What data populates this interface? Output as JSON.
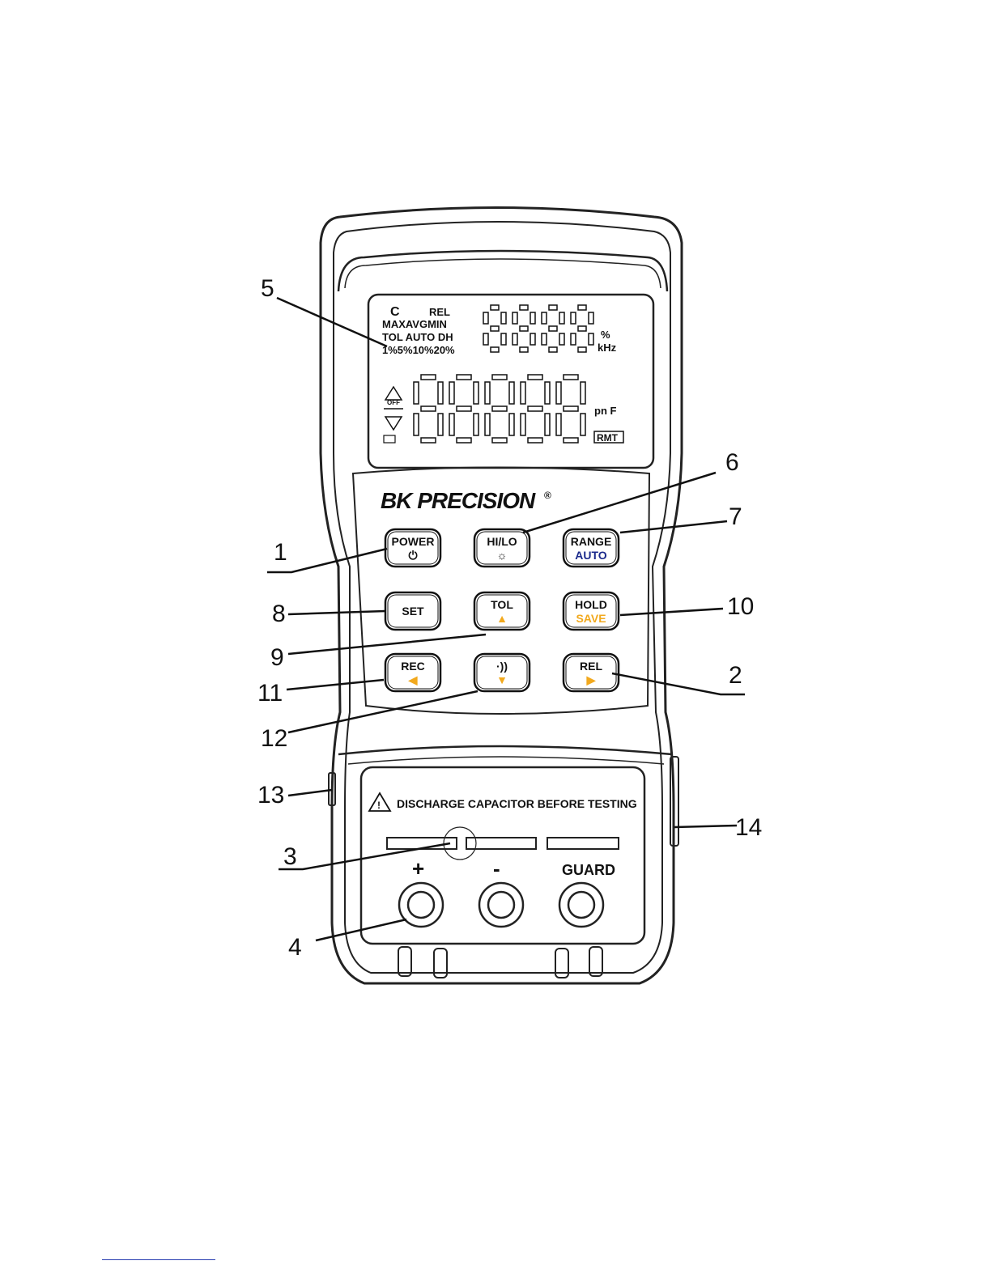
{
  "brand": {
    "logo": "BK PRECISION",
    "registered": "®"
  },
  "lcd": {
    "annunciators": {
      "mode": "C",
      "rel": "REL",
      "stats": "MAXAVGMIN",
      "tol_row": "TOL AUTO DH",
      "percent_row": "1%5%10%20%",
      "apo": "OFF",
      "unit_percent": "%",
      "unit_khz": "kHz",
      "unit_farad": "pn F",
      "rmt": "RMT"
    },
    "secondary_digits": 4,
    "primary_digits": 5
  },
  "buttons": [
    {
      "id": "power",
      "label": "POWER",
      "sub": "⏻",
      "sub_color": "#111111"
    },
    {
      "id": "hilo",
      "label": "HI/LO",
      "sub": "☼",
      "sub_color": "#111111"
    },
    {
      "id": "range",
      "label": "RANGE",
      "sub": "AUTO",
      "sub_color": "#1b2a8c"
    },
    {
      "id": "set",
      "label": "SET",
      "sub": "",
      "sub_color": "#f2a91d",
      "label_color": "#f2a91d"
    },
    {
      "id": "tol",
      "label": "TOL",
      "sub": "▲",
      "sub_color": "#f2a91d"
    },
    {
      "id": "hold",
      "label": "HOLD",
      "sub": "SAVE",
      "sub_color": "#f2a91d"
    },
    {
      "id": "rec",
      "label": "REC",
      "sub": "◀",
      "sub_color": "#f2a91d"
    },
    {
      "id": "beep",
      "label": "·))",
      "sub": "▼",
      "sub_color": "#f2a91d"
    },
    {
      "id": "rel",
      "label": "REL",
      "sub": "▶",
      "sub_color": "#f2a91d"
    }
  ],
  "warning": "DISCHARGE CAPACITOR BEFORE TESTING",
  "terminals": {
    "plus": "+",
    "minus": "-",
    "guard": "GUARD"
  },
  "callouts": [
    "1",
    "2",
    "3",
    "4",
    "5",
    "6",
    "7",
    "8",
    "9",
    "10",
    "11",
    "12",
    "13",
    "14"
  ]
}
